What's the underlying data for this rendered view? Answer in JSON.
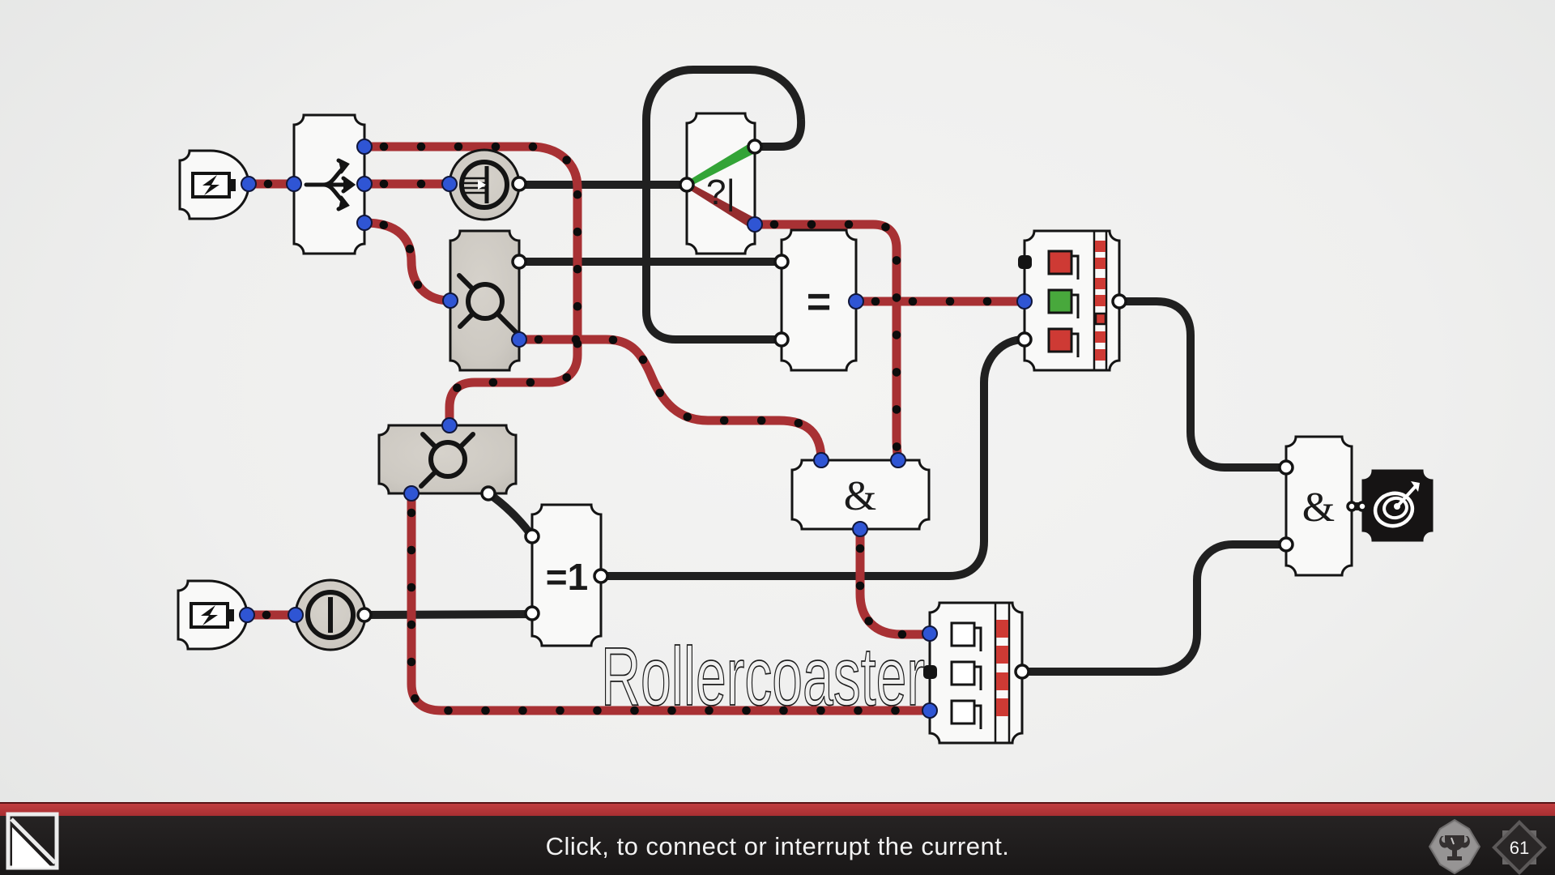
{
  "level": {
    "title": "Rollercoaster",
    "labels": {
      "and_center": "&",
      "and_right": "&",
      "xor_gate": "=1",
      "equals_gate": "=",
      "random_gate": "?|"
    },
    "indicator_top_lights": [
      "#ce3a34",
      "#48a83c",
      "#ce3a34"
    ],
    "indicator_bottom_lights": [
      "#ffffff",
      "#ffffff",
      "#ffffff"
    ],
    "colors": {
      "wire_active": "#a83134",
      "wire_inactive": "#202020",
      "node_connected": "#2f55d4",
      "node_open": "#ffffff",
      "beam_on": "#33a437",
      "beam_off": "#952d2f",
      "component_fill": "#f9f9f8",
      "mech_fill": "#cfcbc4",
      "hud_stripe": "#a82f32"
    }
  },
  "hud": {
    "message": "Click, to connect or interrupt the current.",
    "level_number": "61",
    "icons": [
      "back-icon",
      "trophy-icon",
      "level-badge-icon"
    ]
  }
}
